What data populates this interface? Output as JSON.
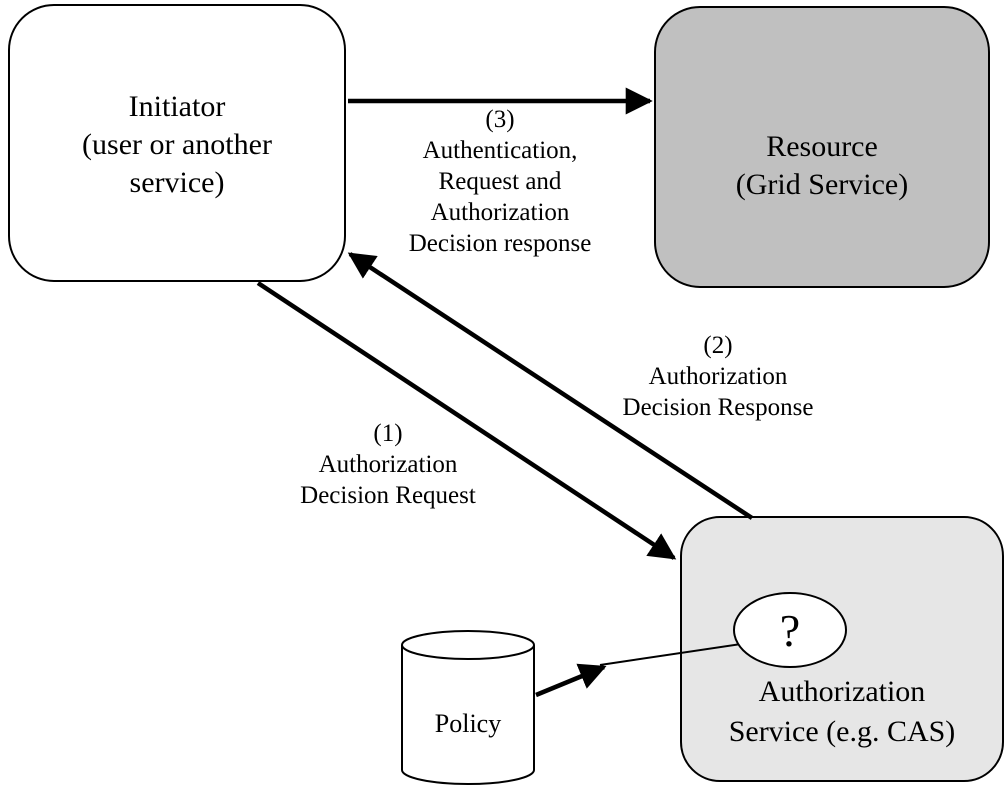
{
  "nodes": {
    "initiator": {
      "line1": "Initiator",
      "line2": "(user or another",
      "line3": "service)"
    },
    "resource": {
      "line1": "Resource",
      "line2": "(Grid Service)"
    },
    "authz_service": {
      "line1": "Authorization",
      "line2": "Service (e.g. CAS)",
      "decision_symbol": "?"
    },
    "policy": {
      "label": "Policy"
    }
  },
  "edges": {
    "step3": {
      "num": "(3)",
      "line1": "Authentication,",
      "line2": "Request and",
      "line3": "Authorization",
      "line4": "Decision response"
    },
    "step2": {
      "num": "(2)",
      "line1": "Authorization",
      "line2": "Decision Response"
    },
    "step1": {
      "num": "(1)",
      "line1": "Authorization",
      "line2": "Decision Request"
    }
  },
  "colors": {
    "resource_fill": "#c0c0c0",
    "authz_fill": "#e6e6e6",
    "stroke": "#000000"
  }
}
